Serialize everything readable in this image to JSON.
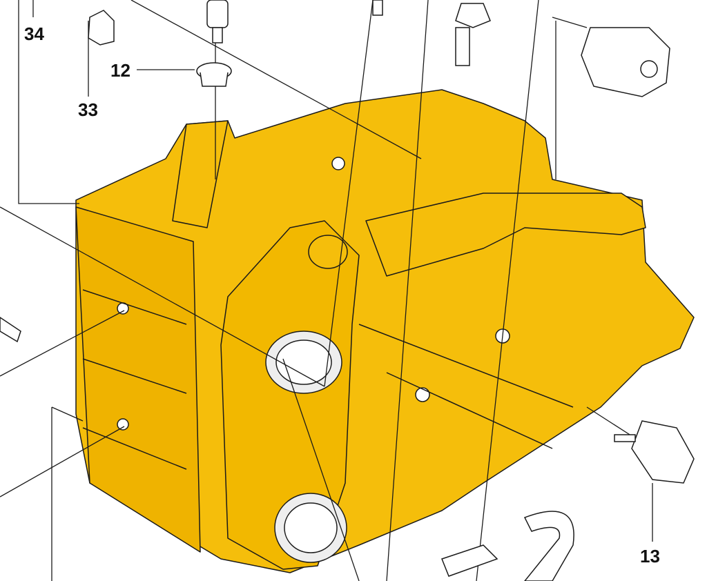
{
  "diagram": {
    "callouts": [
      {
        "id": "34",
        "label": "34"
      },
      {
        "id": "12",
        "label": "12"
      },
      {
        "id": "33",
        "label": "33"
      },
      {
        "id": "13",
        "label": "13"
      }
    ],
    "colors": {
      "housing": "#F5BE0B",
      "outline": "#1a1a1a",
      "highlight": "#ffffff"
    }
  }
}
